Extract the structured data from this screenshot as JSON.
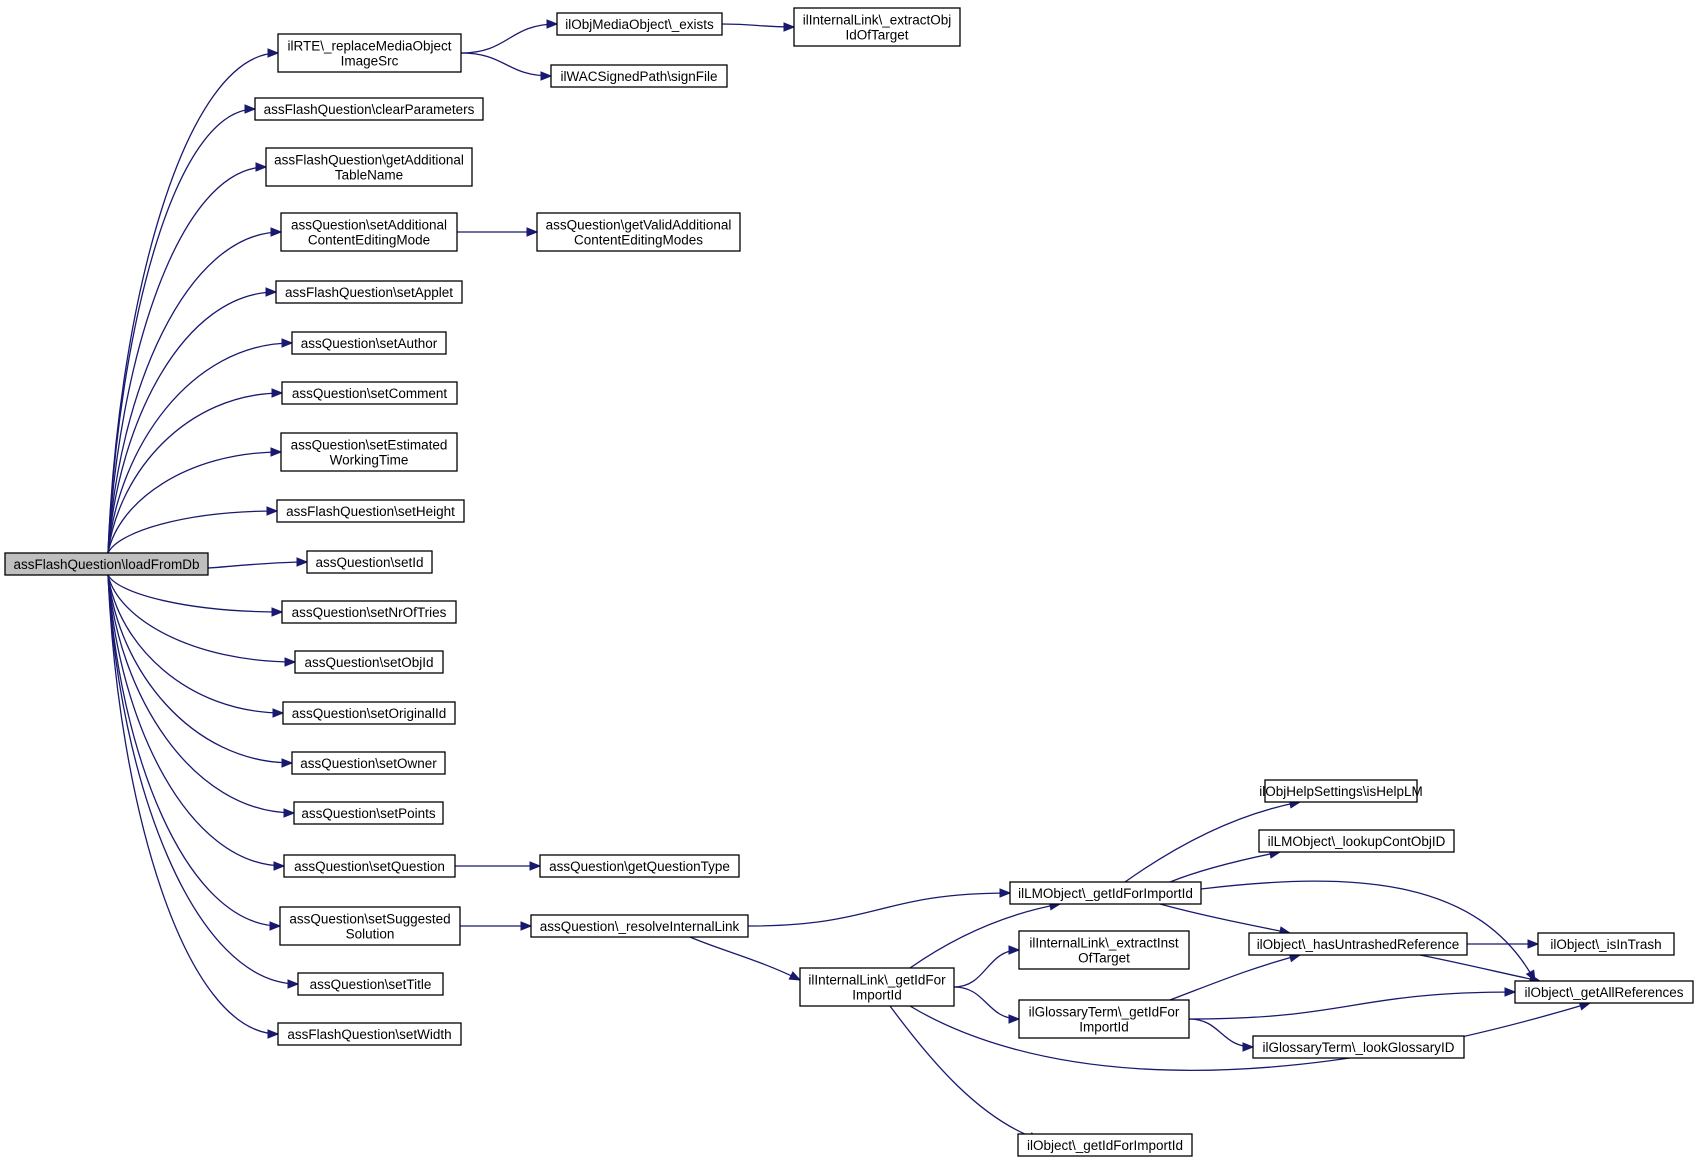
{
  "graph": {
    "nodes": [
      {
        "id": "root",
        "lines": [
          "assFlashQuestion\\loadFromDb"
        ],
        "root": true
      },
      {
        "id": "n1",
        "lines": [
          "ilRTE\\_replaceMediaObject",
          "ImageSrc"
        ]
      },
      {
        "id": "n2",
        "lines": [
          "ilObjMediaObject\\_exists"
        ]
      },
      {
        "id": "n3",
        "lines": [
          "ilInternalLink\\_extractObj",
          "IdOfTarget"
        ]
      },
      {
        "id": "n4",
        "lines": [
          "ilWACSignedPath\\signFile"
        ]
      },
      {
        "id": "n5",
        "lines": [
          "assFlashQuestion\\clearParameters"
        ]
      },
      {
        "id": "n6",
        "lines": [
          "assFlashQuestion\\getAdditional",
          "TableName"
        ]
      },
      {
        "id": "n7",
        "lines": [
          "assQuestion\\setAdditional",
          "ContentEditingMode"
        ]
      },
      {
        "id": "n8",
        "lines": [
          "assQuestion\\getValidAdditional",
          "ContentEditingModes"
        ]
      },
      {
        "id": "n9",
        "lines": [
          "assFlashQuestion\\setApplet"
        ]
      },
      {
        "id": "n10",
        "lines": [
          "assQuestion\\setAuthor"
        ]
      },
      {
        "id": "n11",
        "lines": [
          "assQuestion\\setComment"
        ]
      },
      {
        "id": "n12",
        "lines": [
          "assQuestion\\setEstimated",
          "WorkingTime"
        ]
      },
      {
        "id": "n13",
        "lines": [
          "assFlashQuestion\\setHeight"
        ]
      },
      {
        "id": "n14",
        "lines": [
          "assQuestion\\setId"
        ]
      },
      {
        "id": "n15",
        "lines": [
          "assQuestion\\setNrOfTries"
        ]
      },
      {
        "id": "n16",
        "lines": [
          "assQuestion\\setObjId"
        ]
      },
      {
        "id": "n17",
        "lines": [
          "assQuestion\\setOriginalId"
        ]
      },
      {
        "id": "n18",
        "lines": [
          "assQuestion\\setOwner"
        ]
      },
      {
        "id": "n19",
        "lines": [
          "assQuestion\\setPoints"
        ]
      },
      {
        "id": "n20",
        "lines": [
          "assQuestion\\setQuestion"
        ]
      },
      {
        "id": "n21",
        "lines": [
          "assQuestion\\getQuestionType"
        ]
      },
      {
        "id": "n22",
        "lines": [
          "assQuestion\\setSuggested",
          "Solution"
        ]
      },
      {
        "id": "n23",
        "lines": [
          "assQuestion\\_resolveInternalLink"
        ]
      },
      {
        "id": "n24",
        "lines": [
          "assQuestion\\setTitle"
        ]
      },
      {
        "id": "n25",
        "lines": [
          "assFlashQuestion\\setWidth"
        ]
      },
      {
        "id": "n26",
        "lines": [
          "ilLMObject\\_getIdForImportId"
        ]
      },
      {
        "id": "n27",
        "lines": [
          "ilObjHelpSettings\\isHelpLM"
        ]
      },
      {
        "id": "n28",
        "lines": [
          "ilLMObject\\_lookupContObjID"
        ]
      },
      {
        "id": "n29",
        "lines": [
          "ilObject\\_hasUntrashedReference"
        ]
      },
      {
        "id": "n30",
        "lines": [
          "ilObject\\_isInTrash"
        ]
      },
      {
        "id": "n31",
        "lines": [
          "ilObject\\_getAllReferences"
        ]
      },
      {
        "id": "n32",
        "lines": [
          "ilInternalLink\\_getIdFor",
          "ImportId"
        ]
      },
      {
        "id": "n33",
        "lines": [
          "ilInternalLink\\_extractInst",
          "OfTarget"
        ]
      },
      {
        "id": "n34",
        "lines": [
          "ilGlossaryTerm\\_getIdFor",
          "ImportId"
        ]
      },
      {
        "id": "n35",
        "lines": [
          "ilGlossaryTerm\\_lookGlossaryID"
        ]
      },
      {
        "id": "n36",
        "lines": [
          "ilObject\\_getIdForImportId"
        ]
      }
    ],
    "edges": [
      [
        "root",
        "n1"
      ],
      [
        "root",
        "n5"
      ],
      [
        "root",
        "n6"
      ],
      [
        "root",
        "n7"
      ],
      [
        "root",
        "n9"
      ],
      [
        "root",
        "n10"
      ],
      [
        "root",
        "n11"
      ],
      [
        "root",
        "n12"
      ],
      [
        "root",
        "n13"
      ],
      [
        "root",
        "n14"
      ],
      [
        "root",
        "n15"
      ],
      [
        "root",
        "n16"
      ],
      [
        "root",
        "n17"
      ],
      [
        "root",
        "n18"
      ],
      [
        "root",
        "n19"
      ],
      [
        "root",
        "n20"
      ],
      [
        "root",
        "n22"
      ],
      [
        "root",
        "n24"
      ],
      [
        "root",
        "n25"
      ],
      [
        "n1",
        "n2"
      ],
      [
        "n1",
        "n4"
      ],
      [
        "n2",
        "n3"
      ],
      [
        "n7",
        "n8"
      ],
      [
        "n20",
        "n21"
      ],
      [
        "n22",
        "n23"
      ],
      [
        "n23",
        "n26"
      ],
      [
        "n23",
        "n32"
      ],
      [
        "n26",
        "n27"
      ],
      [
        "n26",
        "n28"
      ],
      [
        "n26",
        "n29"
      ],
      [
        "n26",
        "n31"
      ],
      [
        "n29",
        "n30"
      ],
      [
        "n29",
        "n31"
      ],
      [
        "n32",
        "n26"
      ],
      [
        "n32",
        "n33"
      ],
      [
        "n32",
        "n34"
      ],
      [
        "n32",
        "n36"
      ],
      [
        "n32",
        "n31"
      ],
      [
        "n34",
        "n29"
      ],
      [
        "n34",
        "n31"
      ],
      [
        "n34",
        "n35"
      ]
    ]
  }
}
